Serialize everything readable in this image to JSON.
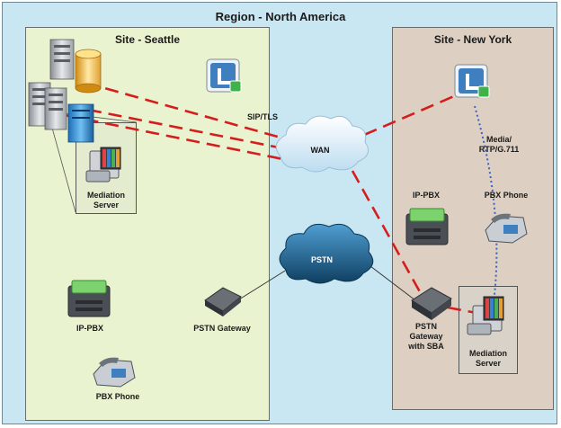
{
  "region": {
    "title": "Region - North America"
  },
  "sites": {
    "seattle": {
      "title": "Site - Seattle"
    },
    "new_york": {
      "title": "Site - New York"
    }
  },
  "links": {
    "sip_tls": "SIP/TLS",
    "media_line1": "Media/",
    "media_line2": "RTP/G.711"
  },
  "clouds": {
    "wan": "WAN",
    "pstn": "PSTN"
  },
  "seattle_devices": {
    "mediation_line1": "Mediation",
    "mediation_line2": "Server",
    "ip_pbx": "IP-PBX",
    "pstn_gateway": "PSTN Gateway",
    "pbx_phone": "PBX Phone"
  },
  "newyork_devices": {
    "ip_pbx": "IP-PBX",
    "pbx_phone": "PBX Phone",
    "gateway_line1": "PSTN",
    "gateway_line2": "Gateway",
    "gateway_line3": "with SBA",
    "mediation_line1": "Mediation",
    "mediation_line2": "Server"
  },
  "colors": {
    "sip_link": "#d41e1e",
    "media_link": "#3b63c4",
    "cloud_light": "#dcedf8",
    "cloud_dark": "#1b5d85"
  },
  "icons": [
    "server-stack-icon",
    "database-icon",
    "lync-icon",
    "ip-pbx-icon",
    "phone-icon",
    "gateway-icon",
    "mediation-server-icon",
    "cloud-icon"
  ]
}
